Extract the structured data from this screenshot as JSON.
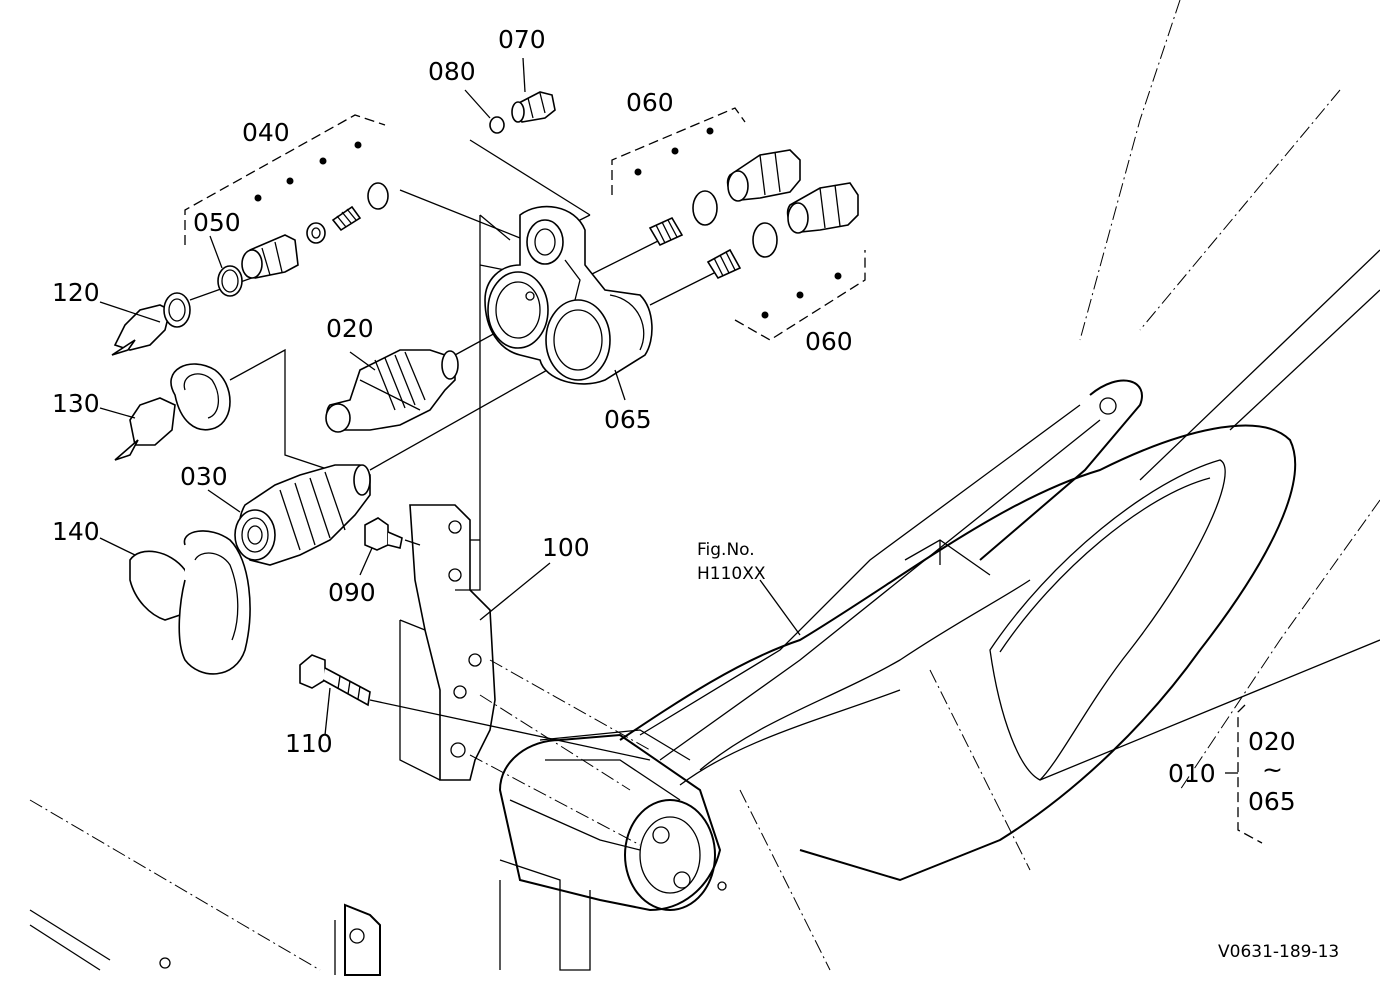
{
  "callouts": {
    "p010": "010",
    "p020": "020",
    "p030": "030",
    "p040": "040",
    "p050": "050",
    "p060a": "060",
    "p060b": "060",
    "p065": "065",
    "p070": "070",
    "p080": "080",
    "p090": "090",
    "p100": "100",
    "p110": "110",
    "p120": "120",
    "p130": "130",
    "p140": "140",
    "range_from": "020",
    "range_sep": "~",
    "range_to": "065"
  },
  "figref": {
    "line1": "Fig.No.",
    "line2": "H110XX"
  },
  "footer": {
    "drawing_code": "V0631-189-13"
  }
}
